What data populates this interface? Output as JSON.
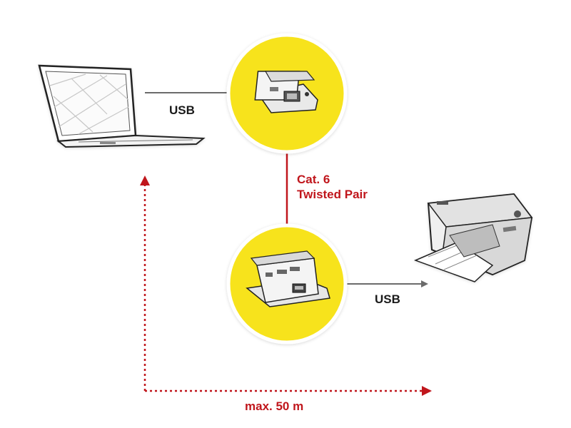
{
  "labels": {
    "usb_top": "USB",
    "cable_line1": "Cat. 6",
    "cable_line2": "Twisted Pair",
    "usb_bottom": "USB",
    "distance": "max. 50 m"
  },
  "icons": {
    "laptop": "laptop-icon",
    "transmitter": "usb-extender-transmitter-icon",
    "receiver": "usb-extender-receiver-icon",
    "printer": "printer-icon"
  },
  "colors": {
    "circle": "#f7e31b",
    "accent_red": "#c0161c",
    "line_gray": "#6b6b6b"
  }
}
